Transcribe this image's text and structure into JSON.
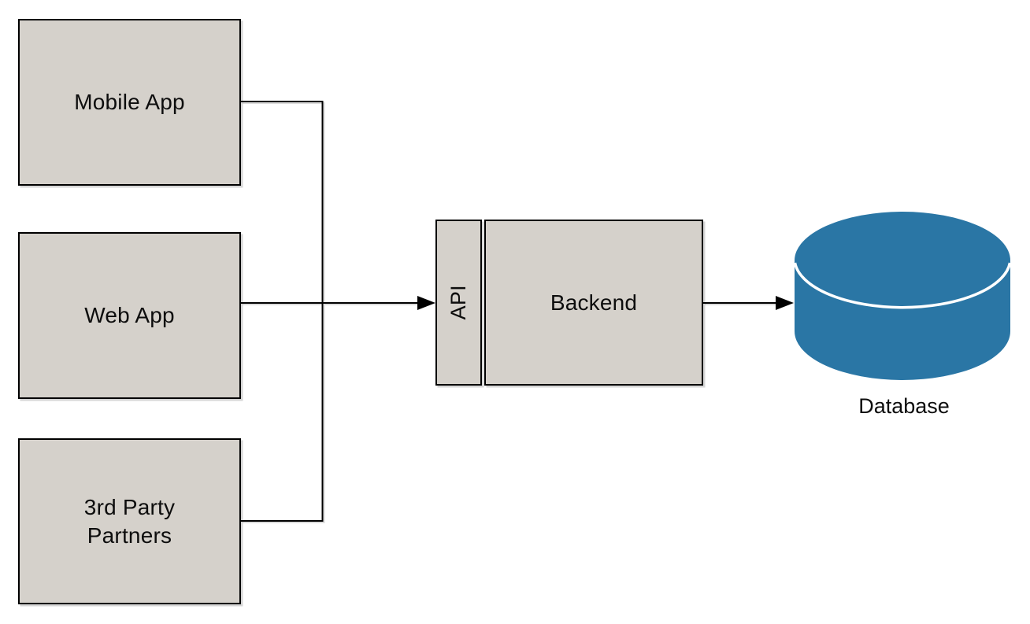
{
  "diagram": {
    "type": "architecture-flow",
    "nodes": {
      "mobile_app": {
        "label": "Mobile App",
        "shape": "rectangle"
      },
      "web_app": {
        "label": "Web App",
        "shape": "rectangle"
      },
      "third_party_partners": {
        "label": "3rd Party Partners",
        "shape": "rectangle"
      },
      "api": {
        "label": "API",
        "shape": "rectangle",
        "orientation": "vertical-text"
      },
      "backend": {
        "label": "Backend",
        "shape": "rectangle"
      },
      "database": {
        "label": "Database",
        "shape": "cylinder"
      }
    },
    "edges": [
      {
        "from": "mobile_app",
        "to": "api",
        "arrow": true
      },
      {
        "from": "web_app",
        "to": "api",
        "arrow": true
      },
      {
        "from": "third_party_partners",
        "to": "api",
        "arrow": true
      },
      {
        "from": "backend",
        "to": "database",
        "arrow": true
      }
    ],
    "colors": {
      "node_fill": "#d5d1cb",
      "node_border": "#000000",
      "connector": "#000000",
      "database_fill": "#2a76a5",
      "database_separator": "#ffffff",
      "background": "#ffffff",
      "text": "#0d0d0d"
    }
  }
}
